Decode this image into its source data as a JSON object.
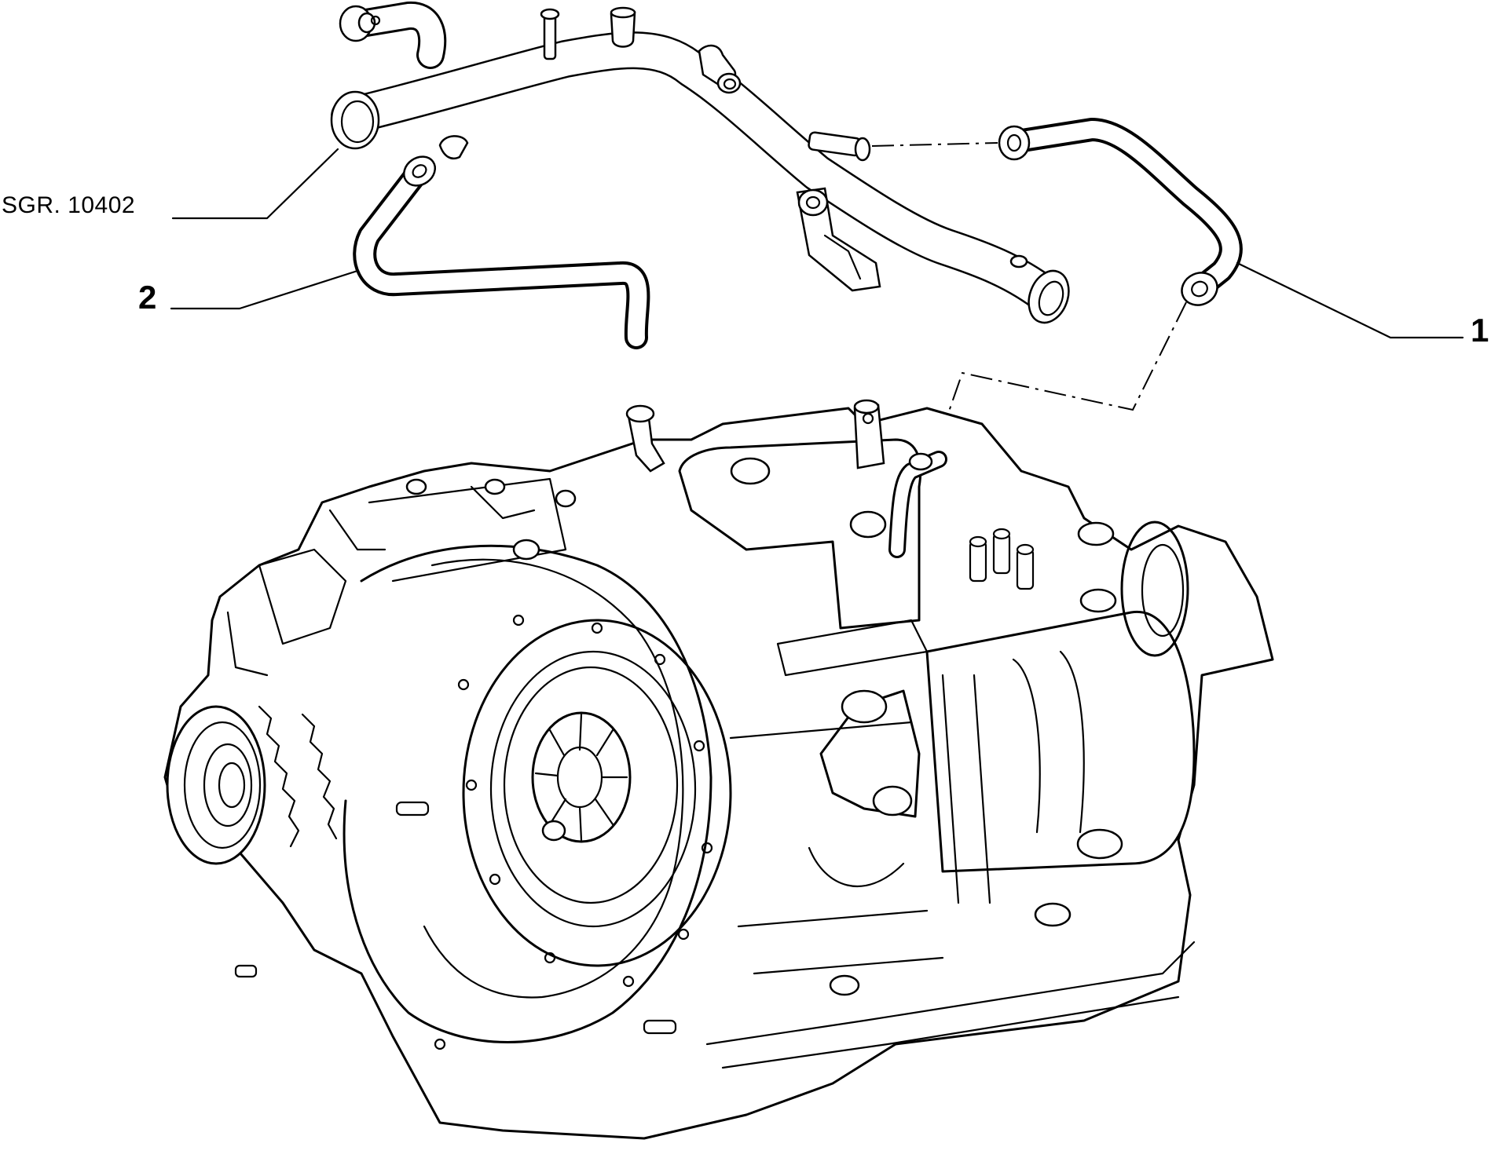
{
  "callouts": {
    "ref_group": "SGR. 10402",
    "item_1": "1",
    "item_2": "2"
  },
  "colors": {
    "line": "#000000",
    "background": "#ffffff"
  }
}
